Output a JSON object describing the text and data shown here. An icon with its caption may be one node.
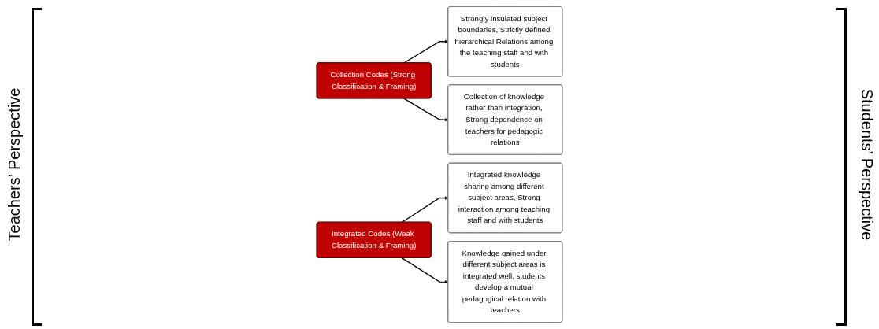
{
  "diagram": {
    "nodes": [
      {
        "text": [
          "Strongly insulated subject boundaries, Strictly defined hierarchical Relations among the teaching staff and with students"
        ]
      },
      {
        "text": [
          "Collection Codes (Strong Classification & Framing)"
        ]
      },
      {
        "text": [
          "Collection of knowledge rather than integration, Strong dependence on teachers for pedagogic relations"
        ]
      },
      {
        "text": [
          "Integrated knowledge sharing among different subject areas, Strong interaction among teaching staff and with students"
        ]
      },
      {
        "text": [
          "Integrated Codes (Weak Classification & Framing)"
        ]
      },
      {
        "text": [
          "Knowledge gained under different subject areas is integrated well, students develop a mutual pedagogical relation with teachers"
        ]
      }
    ],
    "edges": [
      {
        "from": 1,
        "to": 0,
        "arrow": "to"
      },
      {
        "from": 1,
        "to": 2,
        "arrow": "to"
      },
      {
        "from": 4,
        "to": 3,
        "arrow": "to"
      },
      {
        "from": 4,
        "to": 5,
        "arrow": "to"
      }
    ],
    "labels": [
      "Teachers’ Perspective",
      "Students’ Perspective"
    ]
  }
}
